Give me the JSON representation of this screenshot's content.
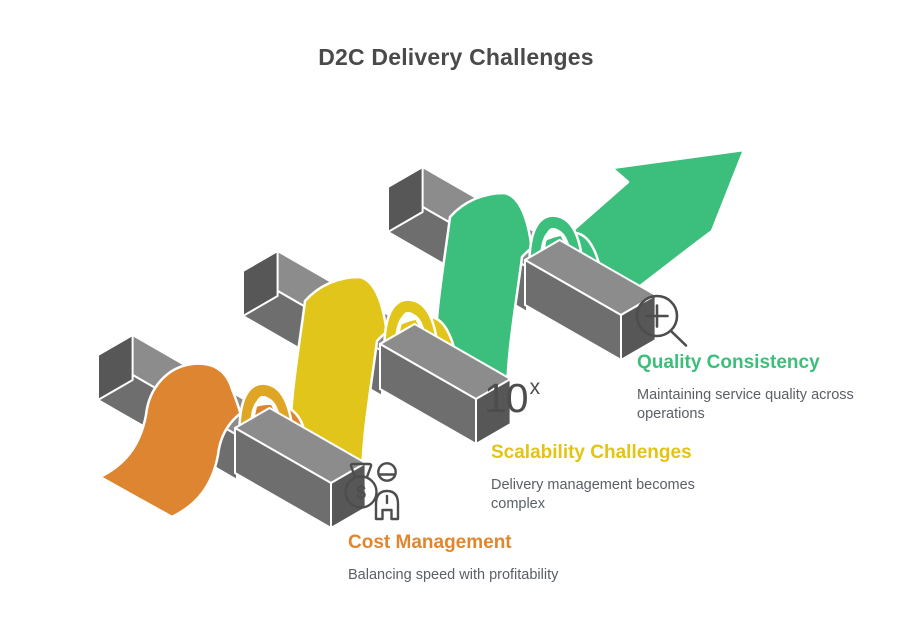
{
  "title": "D2C Delivery Challenges",
  "items": [
    {
      "id": "cost",
      "heading": "Cost Management",
      "description": "Balancing speed with profitability",
      "heading_color": "#E0862E",
      "icon": "money-bag-person-icon",
      "icon_currency": "$"
    },
    {
      "id": "scalability",
      "heading": "Scalability Challenges",
      "description": "Delivery management becomes complex",
      "heading_color": "#E3C413",
      "icon": "exponent-10x-icon",
      "exponent_base": "10",
      "exponent_power": "x"
    },
    {
      "id": "quality",
      "heading": "Quality Consistency",
      "description": "Maintaining service quality across operations",
      "heading_color": "#3DBE7B",
      "icon": "magnifier-plus-icon"
    }
  ],
  "colors": {
    "ribbon_orange": "#DD8531",
    "ribbon_yellow": "#E2C51B",
    "ribbon_green": "#3CBE7C",
    "arch_orange_yellow_blend": "#DFA626",
    "bar_top": "#8C8C8C",
    "bar_front": "#6E6E6E",
    "bar_end": "#575757",
    "outline_white": "#FFFFFF",
    "title_text": "#4A4A4A",
    "body_text": "#5B6066",
    "icon_stroke": "#4D4D4D"
  }
}
